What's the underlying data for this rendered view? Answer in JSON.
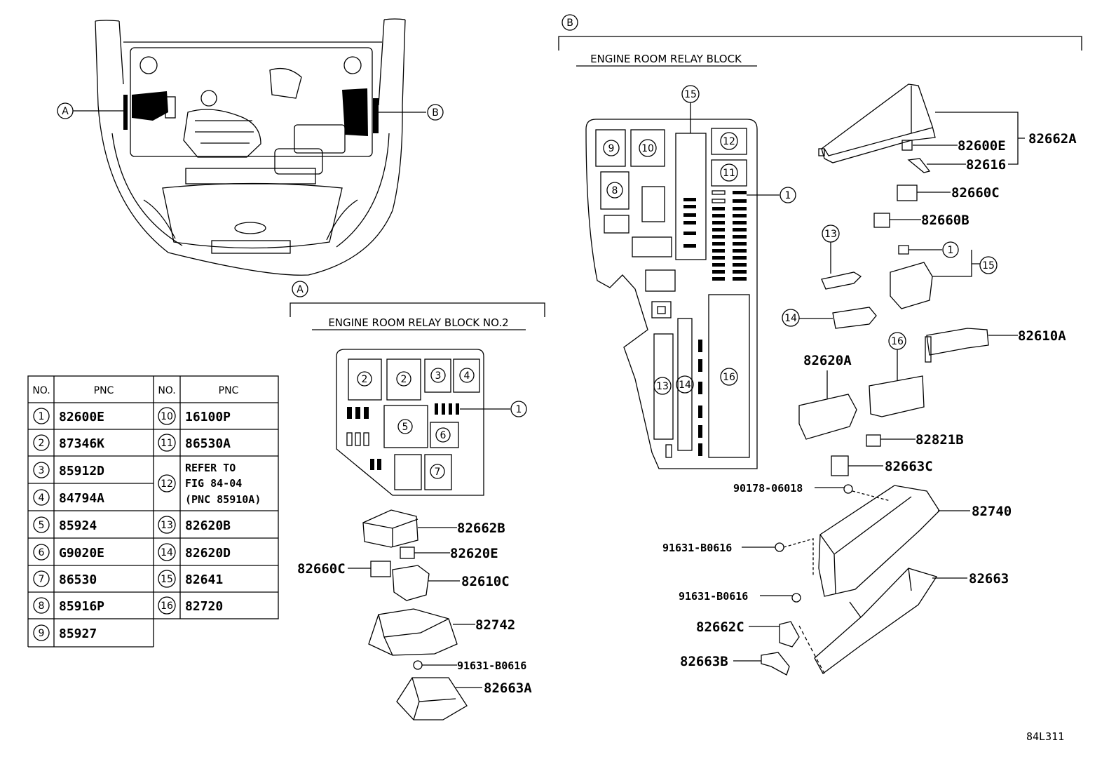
{
  "section_a": {
    "letter": "A",
    "title": "ENGINE ROOM RELAY BLOCK NO.2"
  },
  "section_b": {
    "letter": "B",
    "title": "ENGINE ROOM RELAY BLOCK"
  },
  "overview_callouts": [
    "A",
    "B"
  ],
  "table": {
    "headers": [
      "NO.",
      "PNC",
      "NO.",
      "PNC"
    ],
    "left": [
      {
        "no": "1",
        "pnc": "82600E"
      },
      {
        "no": "2",
        "pnc": "87346K"
      },
      {
        "no": "3",
        "pnc": "85912D"
      },
      {
        "no": "4",
        "pnc": "84794A"
      },
      {
        "no": "5",
        "pnc": "85924"
      },
      {
        "no": "6",
        "pnc": "G9020E"
      },
      {
        "no": "7",
        "pnc": "86530"
      },
      {
        "no": "8",
        "pnc": "85916P"
      },
      {
        "no": "9",
        "pnc": "85927"
      }
    ],
    "right": [
      {
        "no": "10",
        "pnc": "16100P"
      },
      {
        "no": "11",
        "pnc": "86530A"
      },
      {
        "no": "12",
        "pnc_lines": [
          "REFER TO",
          "FIG 84-04",
          "(PNC 85910A)"
        ]
      },
      {
        "no": "13",
        "pnc": "82620B"
      },
      {
        "no": "14",
        "pnc": "82620D"
      },
      {
        "no": "15",
        "pnc": "82641"
      },
      {
        "no": "16",
        "pnc": "82720"
      }
    ]
  },
  "block_a_cells": [
    "2",
    "2",
    "3",
    "4",
    "5",
    "6",
    "7"
  ],
  "block_a_callout": "1",
  "block_b_cells": [
    "9",
    "10",
    "12",
    "11",
    "8",
    "13",
    "14",
    "16"
  ],
  "block_b_callouts": [
    "15",
    "1"
  ],
  "parts_a": [
    "82662B",
    "82620E",
    "82660C",
    "82610C",
    "82742",
    "91631-B0616",
    "82663A"
  ],
  "parts_b": [
    "82600E",
    "82662A",
    "82616",
    "82660C",
    "82660B",
    "82610A",
    "82620A",
    "82821B",
    "82663C",
    "90178-06018",
    "82740",
    "91631-B0616",
    "91631-B0616",
    "82663",
    "82662C",
    "82663B"
  ],
  "parts_b_callouts": [
    "13",
    "1",
    "15",
    "14",
    "16"
  ],
  "figure_code": "84L311"
}
